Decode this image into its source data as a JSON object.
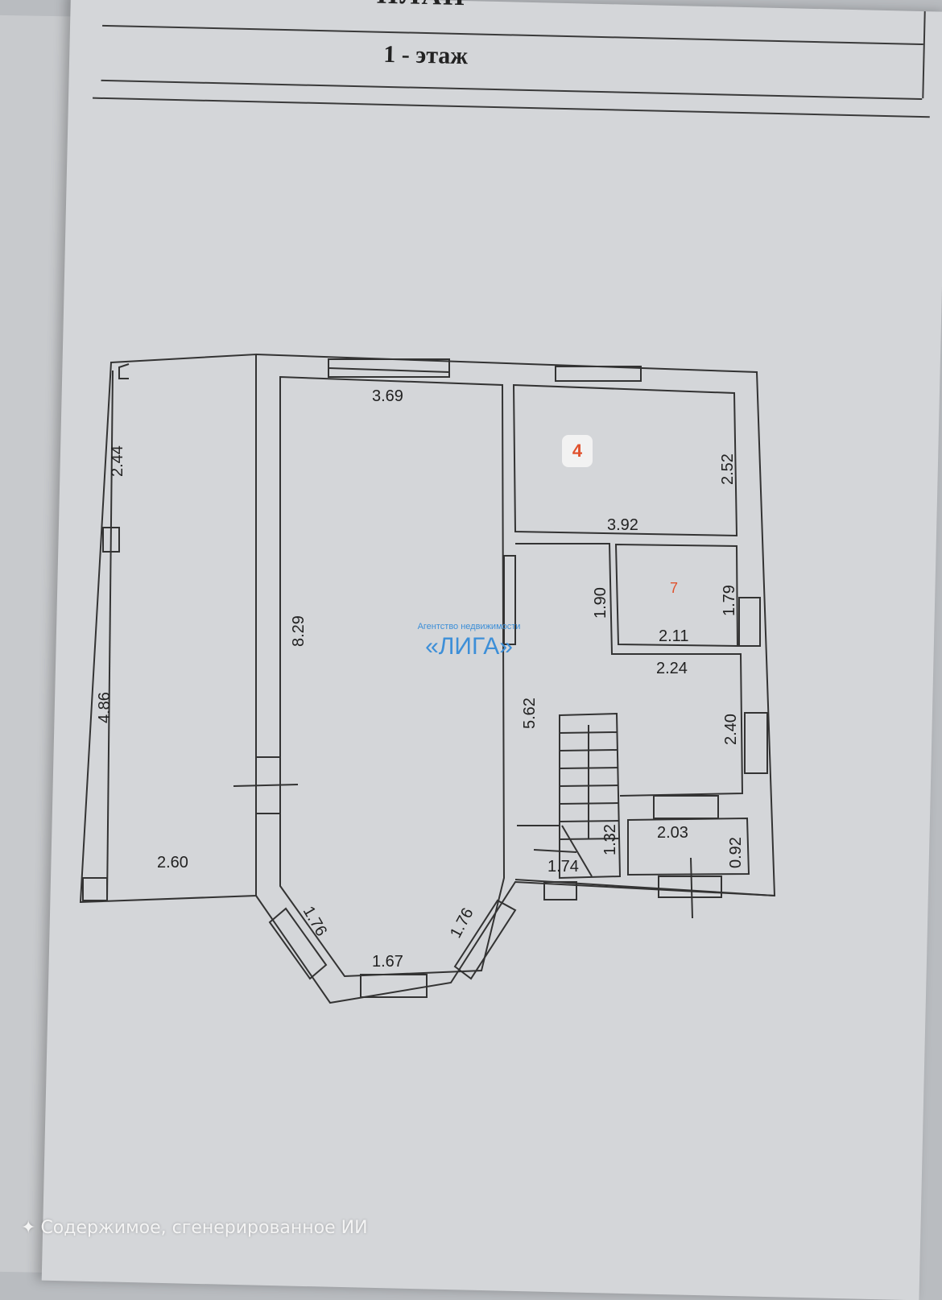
{
  "header": {
    "doc_title": "ПЛАН",
    "floor_title": "1 - этаж"
  },
  "dimensions": {
    "d_369": "3.69",
    "d_392": "3.92",
    "d_252": "2.52",
    "d_244": "2.44",
    "d_486": "4.86",
    "d_260": "2.60",
    "d_829": "8.29",
    "d_190": "1.90",
    "d_179": "1.79",
    "d_211": "2.11",
    "d_224": "2.24",
    "d_562": "5.62",
    "d_240": "2.40",
    "d_203": "2.03",
    "d_092": "0.92",
    "d_132": "1.32",
    "d_174": "1.74",
    "d_176a": "1.76",
    "d_176b": "1.76",
    "d_167": "1.67"
  },
  "room_badge": "4",
  "room_mark": "7",
  "watermark": {
    "agency": "Агентство недвижимости",
    "name": "«ЛИГА»"
  },
  "ai_note": "Содержимое, сгенерированное ИИ",
  "ai_icon": "sparkle-icon"
}
